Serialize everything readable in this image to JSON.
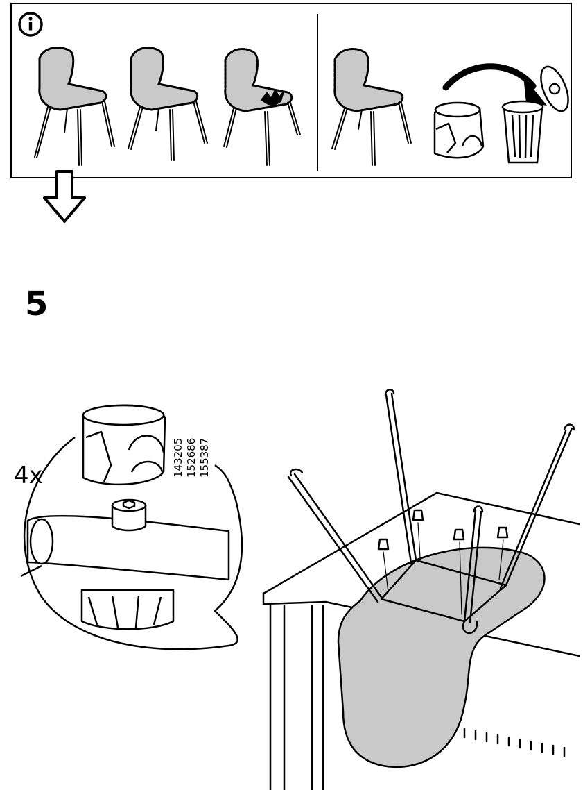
{
  "step": {
    "number": "5"
  },
  "hardware": {
    "quantity": "4x",
    "part_numbers": [
      "143205",
      "152686",
      "155387"
    ]
  },
  "icons": {
    "info": "info-icon",
    "arrow": "arrow-down-icon",
    "bin": "trash-bin-icon"
  },
  "colors": {
    "ink": "#000000",
    "seat_fill": "#c9c9c9",
    "paper": "#ffffff"
  }
}
